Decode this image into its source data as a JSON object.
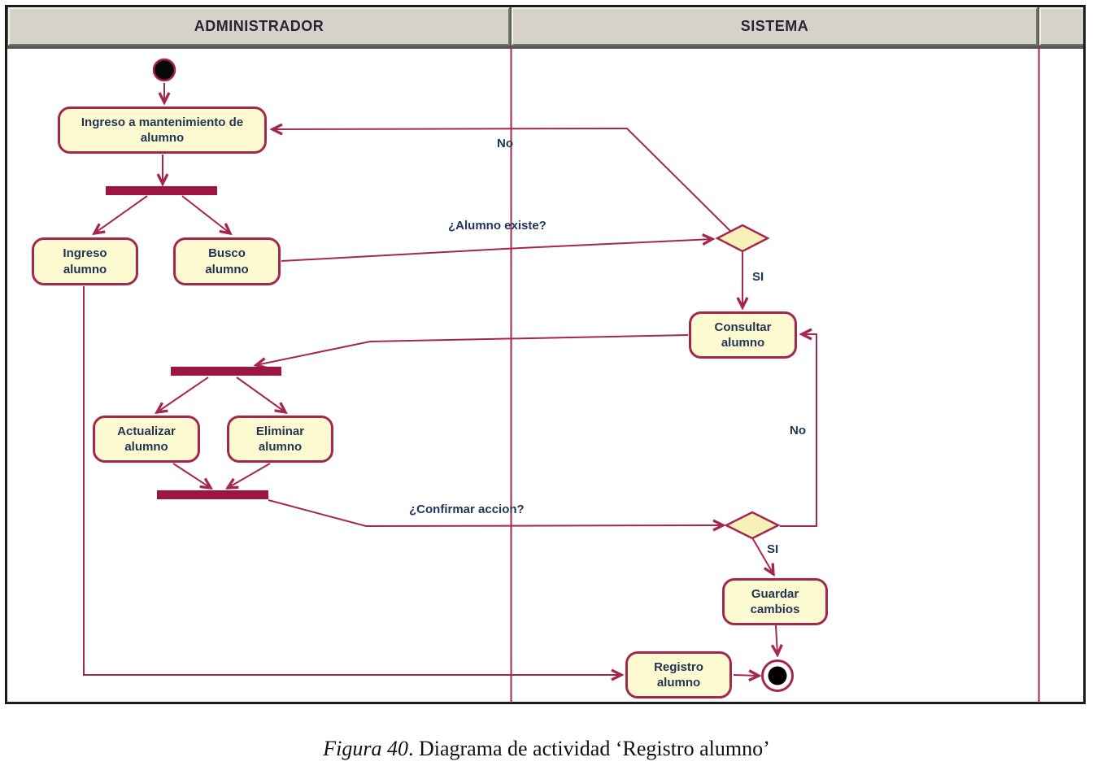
{
  "header": {
    "lanes": [
      {
        "label": "ADMINISTRADOR"
      },
      {
        "label": "SISTEMA"
      },
      {
        "label": ""
      }
    ]
  },
  "nodes": {
    "ingreso_mantenimiento": {
      "label": "Ingreso a mantenimiento de\nalumno"
    },
    "ingreso_alumno": {
      "label": "Ingreso\nalumno"
    },
    "busco_alumno": {
      "label": "Busco\nalumno"
    },
    "consultar_alumno": {
      "label": "Consultar\nalumno"
    },
    "actualizar_alumno": {
      "label": "Actualizar\nalumno"
    },
    "eliminar_alumno": {
      "label": "Eliminar\nalumno"
    },
    "guardar_cambios": {
      "label": "Guardar\ncambios"
    },
    "registro_alumno": {
      "label": "Registro\nalumno"
    }
  },
  "edge_labels": {
    "no_top": "No",
    "alumno_existe": "¿Alumno existe?",
    "si_1": "SI",
    "no_right": "No",
    "confirmar_accion": "¿Confirmar accion?",
    "si_2": "SI"
  },
  "caption": {
    "figure_label": "Figura 40",
    "text": ". Diagrama de actividad ‘Registro alumno’"
  },
  "colors": {
    "accent_line": "#a5274e",
    "sync_bar": "#9d1541",
    "node_fill": "#fdfad2",
    "decision_fill": "#f8f1b7",
    "header_bg": "#d6d2c9"
  }
}
